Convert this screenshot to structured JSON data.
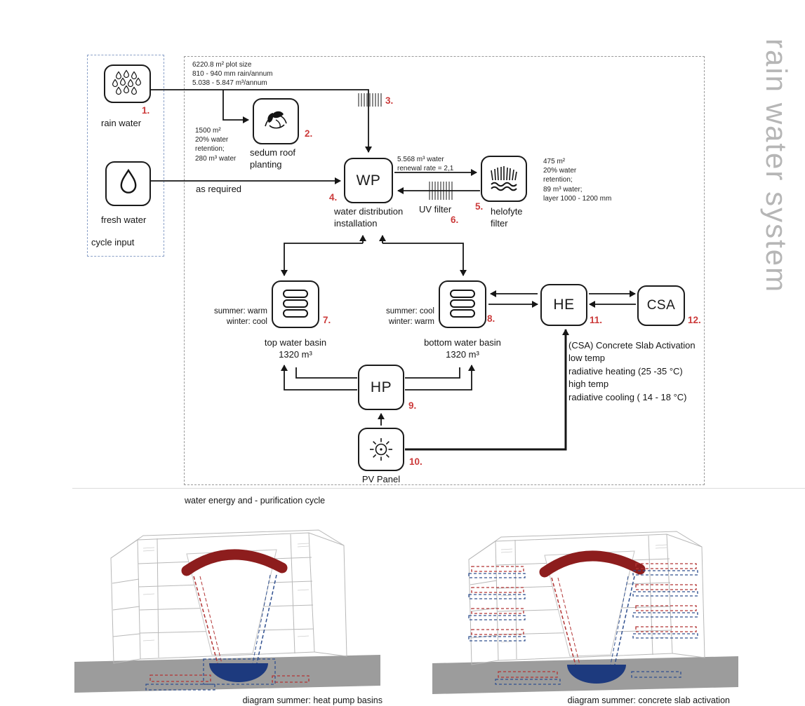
{
  "side_title": "rain water system",
  "cycle_input": {
    "caption": "cycle input",
    "rain_water_label": "rain water",
    "fresh_water_label": "fresh water"
  },
  "numbers": [
    "1.",
    "2.",
    "3.",
    "4.",
    "5.",
    "6.",
    "7.",
    "8.",
    "9.",
    "10.",
    "11.",
    "12."
  ],
  "plot_info": "6220.8 m² plot size\n810 - 940 mm rain/annum\n5.038 - 5.847 m³/annum",
  "sedum": {
    "label": "sedum roof\nplanting",
    "annotation": "1500 m²\n20% water\nretention;\n280 m³ water"
  },
  "wp": {
    "abbr": "WP",
    "label": "water distribution\ninstallation"
  },
  "as_required": "as required",
  "renewal": "5.568 m³ water\nrenewal rate = 2,1",
  "uv_filter_label": "UV filter",
  "helofyte": {
    "label": "helofyte\nfilter",
    "annotation": "475 m²\n20% water\nretention;\n89 m³ water;\nlayer 1000 - 1200 mm"
  },
  "top_basin": {
    "side": "summer: warm\nwinter: cool",
    "label": "top water basin\n1320 m³"
  },
  "bottom_basin": {
    "side": "summer: cool\nwinter: warm",
    "label": "bottom water basin\n1320 m³"
  },
  "he": {
    "abbr": "HE"
  },
  "csa": {
    "abbr": "CSA",
    "note": "(CSA) Concrete Slab Activation\nlow temp\nradiative heating (25 -35 °C)\nhigh temp\nradiative cooling ( 14 - 18 °C)"
  },
  "hp": {
    "abbr": "HP"
  },
  "pv": {
    "label": "PV Panel"
  },
  "cycle_caption": "water energy and - purification cycle",
  "diagrams": {
    "left_caption": "diagram summer: heat pump basins",
    "right_caption": "diagram summer: concrete slab activation"
  }
}
